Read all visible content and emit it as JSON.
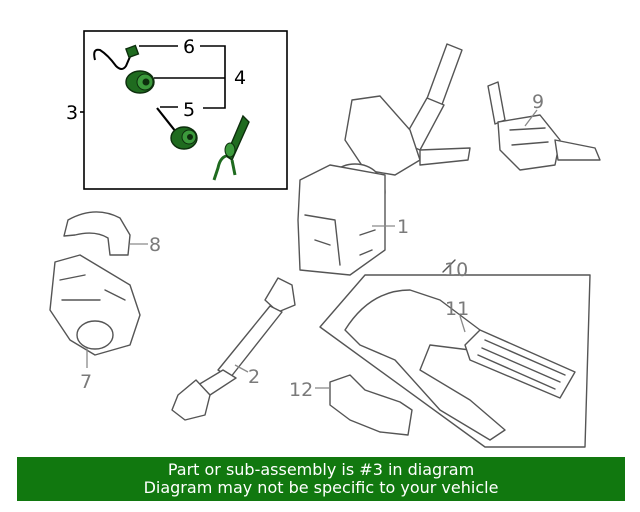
{
  "callouts": {
    "c1": "1",
    "c2": "2",
    "c3": "3",
    "c4": "4",
    "c5": "5",
    "c6": "6",
    "c7": "7",
    "c8": "8",
    "c9": "9",
    "c10": "10",
    "c11": "11",
    "c12": "12"
  },
  "banner": {
    "line1": "Part or sub-assembly is #3 in diagram",
    "line2": "Diagram may not be specific to your vehicle"
  },
  "colors": {
    "highlight_part": "#1f6b1f",
    "banner_background": "#11780f",
    "banner_text": "#ffffff"
  }
}
